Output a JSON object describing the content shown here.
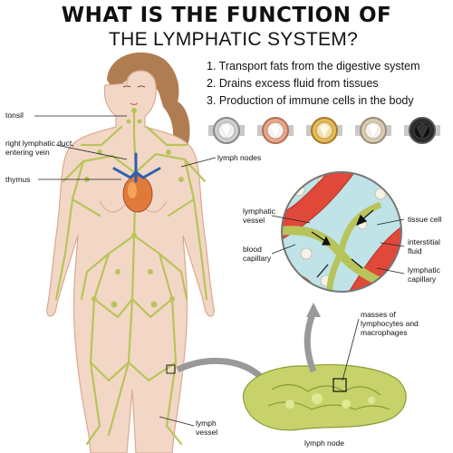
{
  "title": {
    "line1": "WHAT IS THE FUNCTION OF",
    "line2": "THE LYMPHATIC SYSTEM?"
  },
  "functions": [
    "1. Transport fats from the digestive system",
    "2. Drains excess fluid from tissues",
    "3. Production of immune cells in the body"
  ],
  "body_labels": {
    "tonsil": "tonsil",
    "right_duct": "right lymphatic duct,",
    "right_duct_2": "entering vein",
    "thymus": "thymus",
    "lymph_nodes": "lymph nodes",
    "lymph_vessel": "lymph",
    "lymph_vessel_2": "vessel"
  },
  "zoom_labels": {
    "lymphatic_vessel": "lymphatic",
    "lymphatic_vessel_2": "vessel",
    "blood_capillary": "blood",
    "blood_capillary_2": "capillary",
    "tissue_cell": "tissue cell",
    "interstitial_fluid": "interstitial",
    "interstitial_fluid_2": "fluid",
    "lymphatic_capillary": "lymphatic",
    "lymphatic_capillary_2": "capillary",
    "masses": "masses of",
    "masses_2": "lymphocytes and",
    "masses_3": "macrophages",
    "lymph_node": "lymph node"
  },
  "earrings": [
    {
      "name": "silver-stud",
      "color": "#cfcfd4"
    },
    {
      "name": "rose-gold-stud",
      "color": "#e8a68a"
    },
    {
      "name": "gold-stud",
      "color": "#e6b95a"
    },
    {
      "name": "champagne-stud",
      "color": "#d8cbb5"
    },
    {
      "name": "black-stud",
      "color": "#222222"
    }
  ],
  "colors": {
    "skin": "#f3d7c6",
    "lymph": "#b8c45a",
    "blood": "#e0483a",
    "fluid": "#bfe3e6"
  }
}
